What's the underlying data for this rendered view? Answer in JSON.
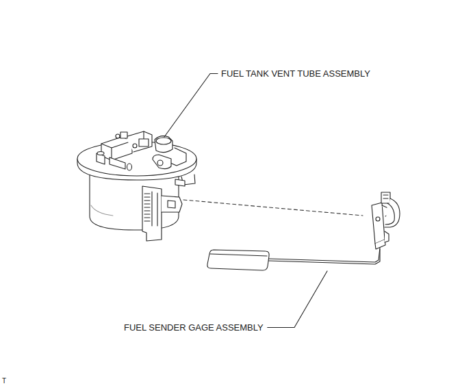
{
  "diagram": {
    "labels": [
      "FUEL TANK VENT TUBE ASSEMBLY",
      "FUEL SENDER GAGE ASSEMBLY",
      "T"
    ]
  }
}
